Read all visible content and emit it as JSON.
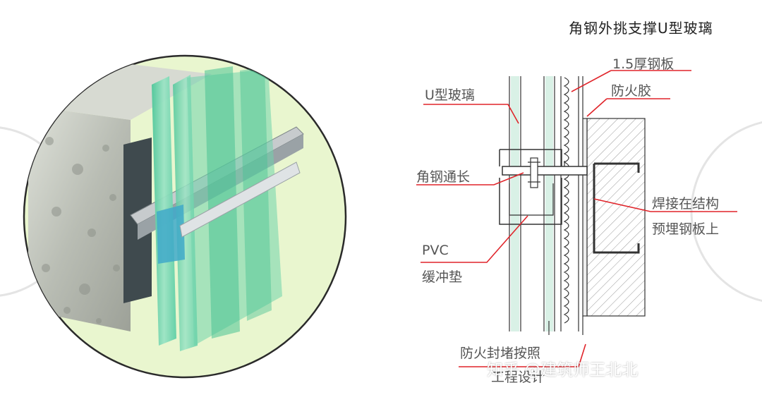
{
  "title": "角钢外挑支撑U型玻璃",
  "labels": {
    "steel_plate": "1.5厚钢板",
    "u_glass": "U型玻璃",
    "fire_glue": "防火胶",
    "angle_steel": "角钢通长",
    "weld_line1": "焊接在结构",
    "weld_line2": "预埋钢板上",
    "pvc_line1": "PVC",
    "pvc_line2": "缓冲垫",
    "fire_seal_line1": "防火封堵按照",
    "fire_seal_line2": "工程设计"
  },
  "watermark": "知乎 @建筑师王北北",
  "colors": {
    "leader": "#e0242a",
    "glass": "#7fd8b8",
    "circle_bg": "#e9f6cf",
    "concrete": "#c9ccc4"
  }
}
